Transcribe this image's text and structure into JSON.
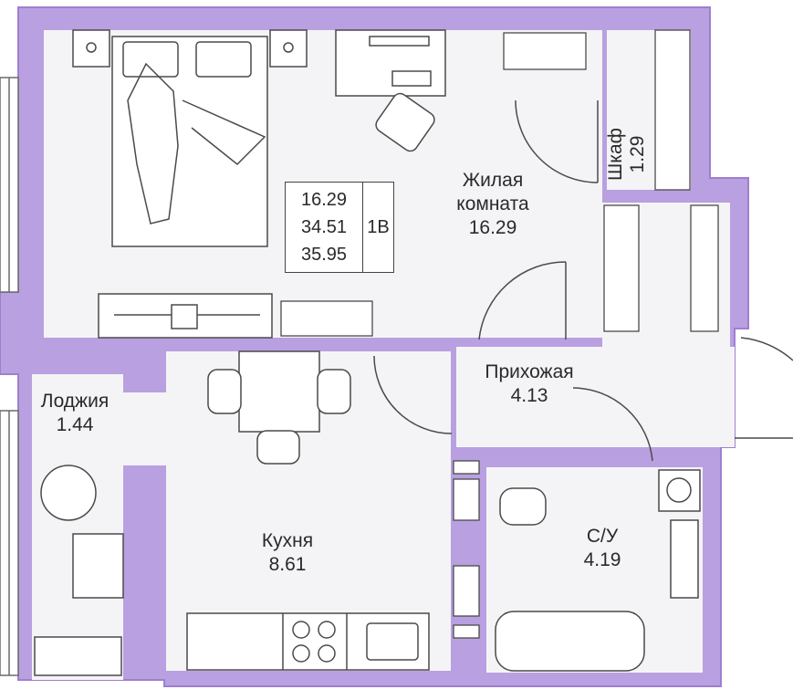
{
  "colors": {
    "wall": "#b9a0e0",
    "wall_outline": "#9e7fd0",
    "floor": "#f4f4f6",
    "line": "#4a4a4a"
  },
  "unit": {
    "living_area": "16.29",
    "total_area": "34.51",
    "area_with_loggia": "35.95",
    "type": "1В"
  },
  "rooms": {
    "living": {
      "name_line1": "Жилая",
      "name_line2": "комната",
      "area": "16.29"
    },
    "wardrobe": {
      "name": "Шкаф",
      "area": "1.29"
    },
    "hallway": {
      "name": "Прихожая",
      "area": "4.13"
    },
    "loggia": {
      "name": "Лоджия",
      "area": "1.44"
    },
    "kitchen": {
      "name": "Кухня",
      "area": "8.61"
    },
    "bathroom": {
      "name": "С/У",
      "area": "4.19"
    }
  }
}
